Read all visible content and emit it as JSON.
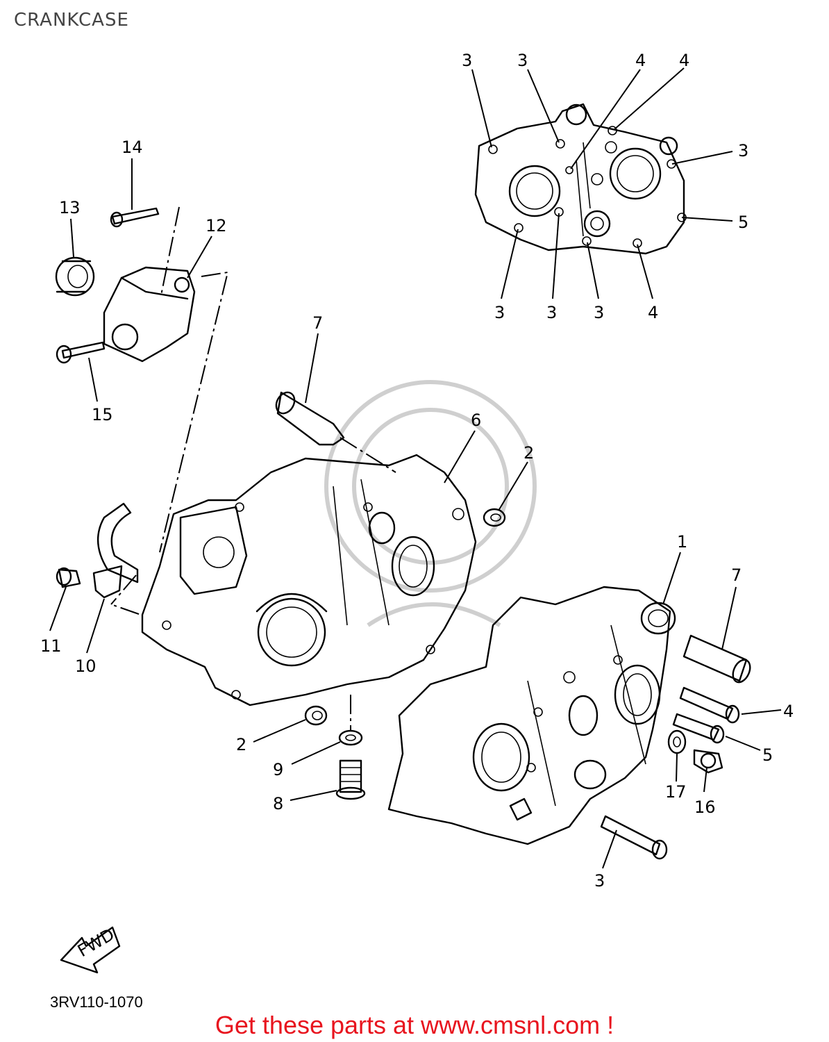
{
  "page": {
    "title": "CRANKCASE"
  },
  "diagram": {
    "part_code": "3RV110-1070",
    "fwd_label": "FWD",
    "callouts": [
      "3",
      "3",
      "4",
      "4",
      "3",
      "5",
      "3",
      "3",
      "3",
      "4",
      "14",
      "13",
      "12",
      "15",
      "7",
      "6",
      "2",
      "1",
      "7",
      "4",
      "5",
      "17",
      "16",
      "3",
      "11",
      "10",
      "2",
      "9",
      "8"
    ]
  },
  "footer": {
    "promo": "Get these parts at www.cmsnl.com !"
  },
  "colors": {
    "promo": "#e8141e",
    "lines": "#000000"
  }
}
